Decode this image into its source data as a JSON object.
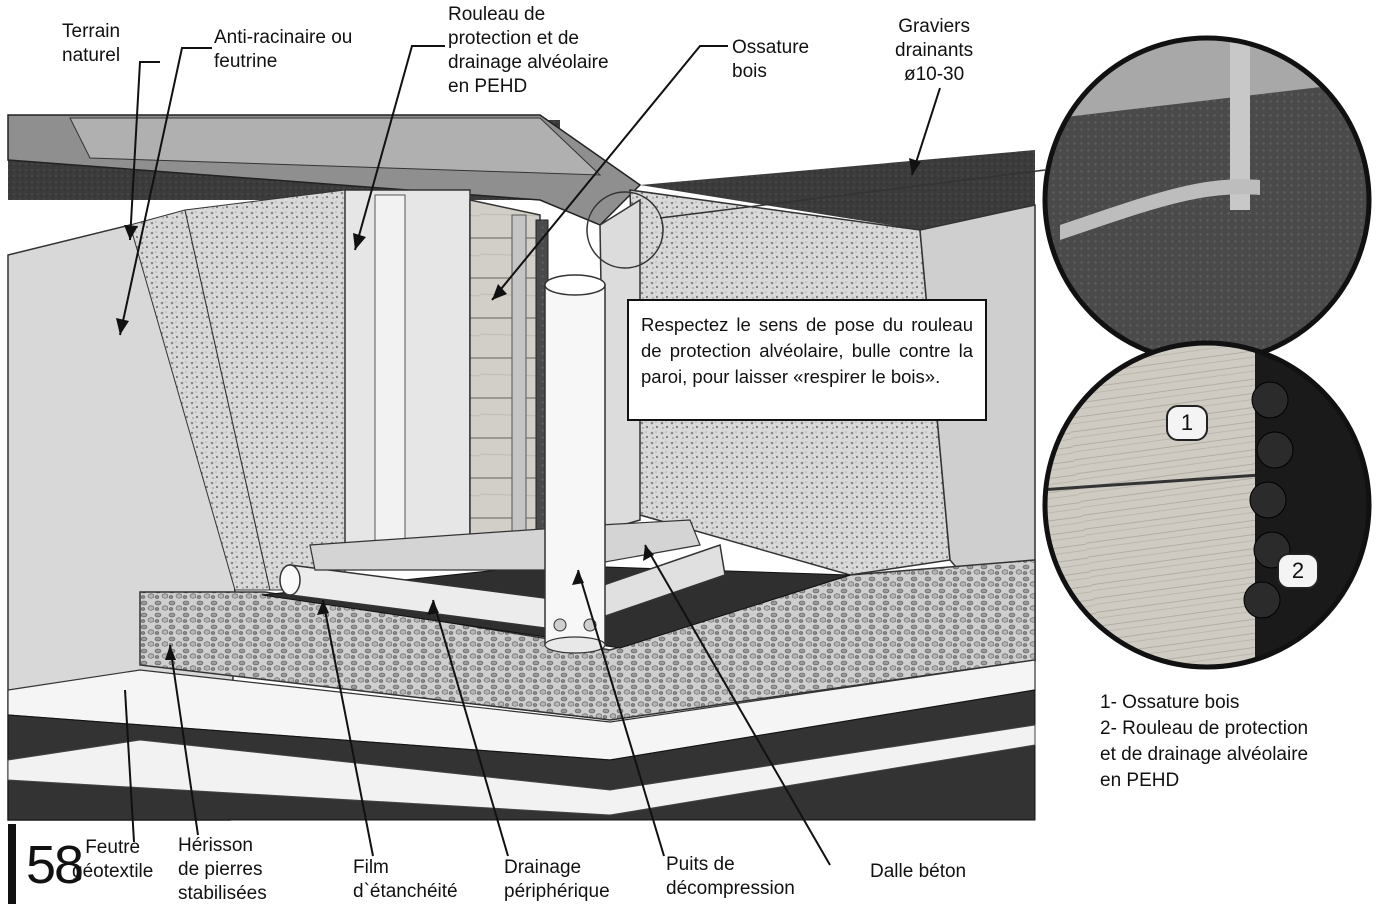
{
  "labels": {
    "terrain_naturel": [
      "Terrain",
      "naturel"
    ],
    "anti_racinaire": [
      "Anti-racinaire ou",
      "feutrine"
    ],
    "rouleau_protection": [
      "Rouleau de",
      "protection et de",
      "drainage alvéolaire",
      "en PEHD"
    ],
    "ossature_bois": [
      "Ossature",
      "bois"
    ],
    "graviers_drainants": [
      "Graviers",
      "drainants",
      "ø10-30"
    ],
    "feutre_geotextile": [
      "Feutre",
      "géotextile"
    ],
    "herisson": [
      "Hérisson",
      "de pierres",
      "stabilisées"
    ],
    "film_etancheite": [
      "Film",
      "d`étanchéité"
    ],
    "drainage_peripherique": [
      "Drainage",
      "périphérique"
    ],
    "puits_decompression": [
      "Puits de",
      "décompression"
    ],
    "dalle_beton": [
      "Dalle béton"
    ]
  },
  "note": "Respectez le sens de pose du rouleau de protection alvéolaire, bulle contre la paroi, pour laisser «respirer le bois».",
  "detail_badges": [
    "1",
    "2"
  ],
  "legend": [
    "1- Ossature bois",
    "2- Rouleau de protection",
    "et de drainage alvéolaire",
    "en PEHD"
  ],
  "page_number": "58"
}
